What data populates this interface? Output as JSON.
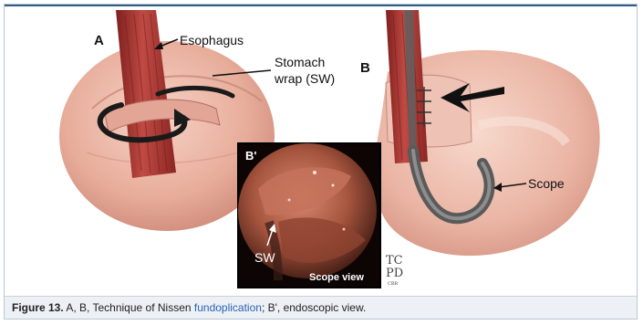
{
  "panel_a": {
    "letter": "A",
    "esophagus_label": "Esophagus",
    "stomach_wrap_line1": "Stomach",
    "stomach_wrap_line2": "wrap (SW)"
  },
  "panel_b": {
    "letter": "B",
    "scope_label": "Scope"
  },
  "inset": {
    "letter": "B'",
    "sw_label": "SW",
    "view_label": "Scope view"
  },
  "logo": {
    "line1": "TC",
    "line2": "PD",
    "line3": "CBR"
  },
  "caption": {
    "figure_label": "Figure 13.",
    "text_before_link": " A, B, Technique of Nissen ",
    "link_text": "fundoplication",
    "text_after_link": "; B', endoscopic view."
  },
  "colors": {
    "frame_rule": "#2e5d86",
    "caption_bg": "#edf0f4",
    "link": "#2a63b8",
    "esophagus_muscle": "#a8322f",
    "stomach_pink": "#e9b2a0",
    "scope_gray": "#6e6e6e"
  }
}
